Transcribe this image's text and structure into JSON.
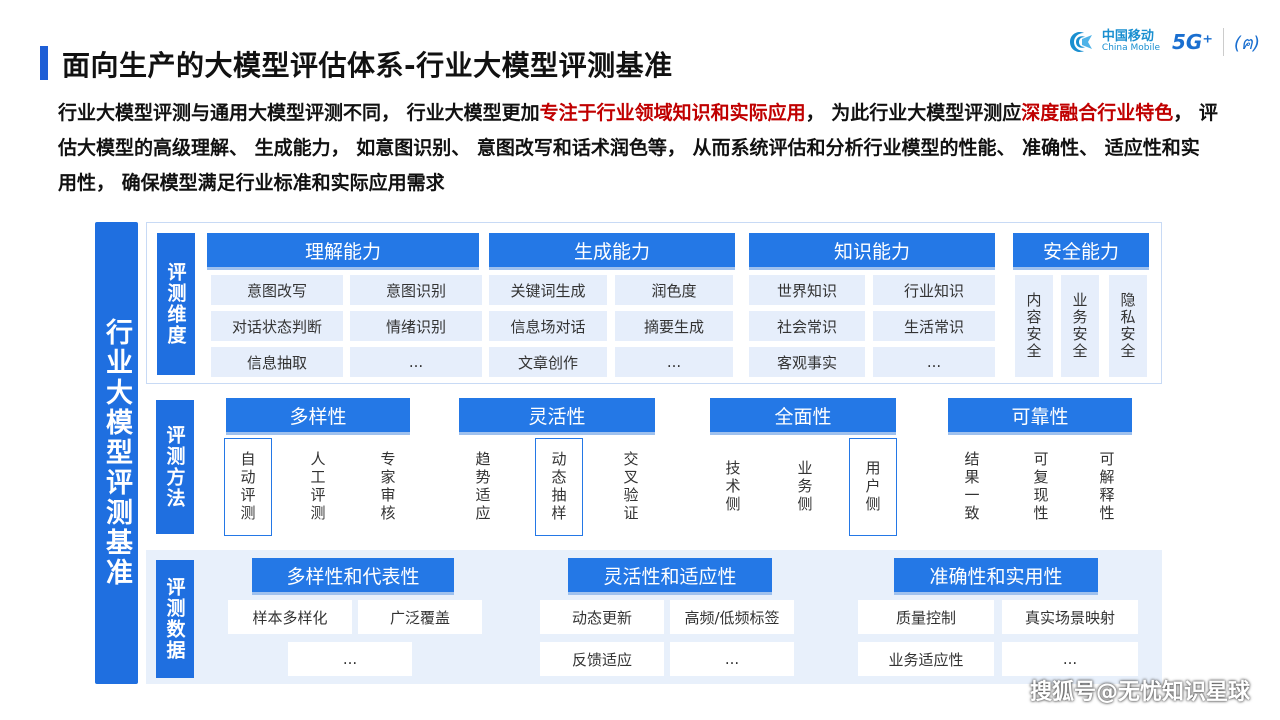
{
  "title": "面向生产的大模型评估体系-行业大模型评测基准",
  "logo": {
    "cn": "中国移动",
    "en": "China Mobile",
    "g5": "5G⁺",
    "sig": "(ฅ)"
  },
  "intro": {
    "p1": "行业大模型评测与通用大模型评测不同， 行业大模型更加",
    "h1": "专注于行业领域知识和实际应用",
    "p2": "， 为此行业大模型评测应",
    "h2": "深度融合行业特色",
    "p3": "， 评估大模型的高级理解、 生成能力， 如意图识别、 意图改写和话术润色等， 从而系统评估和分析行业模型的性能、 准确性、 适应性和实用性， 确保模型满足行业标准和实际应用需求"
  },
  "side_title": "行业大模型评测基准",
  "dimensions": {
    "label": "评测维度",
    "understanding": {
      "head": "理解能力",
      "items": [
        "意图改写",
        "意图识别",
        "对话状态判断",
        "情绪识别",
        "信息抽取",
        "..."
      ]
    },
    "generation": {
      "head": "生成能力",
      "items": [
        "关键词生成",
        "润色度",
        "信息场对话",
        "摘要生成",
        "文章创作",
        "..."
      ]
    },
    "knowledge": {
      "head": "知识能力",
      "items": [
        "世界知识",
        "行业知识",
        "社会常识",
        "生活常识",
        "客观事实",
        "..."
      ]
    },
    "safety": {
      "head": "安全能力",
      "items": [
        "内容安全",
        "业务安全",
        "隐私安全"
      ]
    }
  },
  "methods": {
    "label": "评测方法",
    "diversity": {
      "head": "多样性",
      "items": [
        "自动评测",
        "人工评测",
        "专家审核"
      ]
    },
    "flexibility": {
      "head": "灵活性",
      "items": [
        "趋势适应",
        "动态抽样",
        "交叉验证"
      ]
    },
    "comprehensive": {
      "head": "全面性",
      "items": [
        "技术侧",
        "业务侧",
        "用户侧"
      ]
    },
    "reliability": {
      "head": "可靠性",
      "items": [
        "结果一致",
        "可复现性",
        "可解释性"
      ]
    }
  },
  "data": {
    "label": "评测数据",
    "diversity": {
      "head": "多样性和代表性",
      "items": [
        "样本多样化",
        "广泛覆盖",
        "..."
      ]
    },
    "flexibility": {
      "head": "灵活性和适应性",
      "items": [
        "动态更新",
        "高频/低频标签",
        "反馈适应",
        "..."
      ]
    },
    "accuracy": {
      "head": "准确性和实用性",
      "items": [
        "质量控制",
        "真实场景映射",
        "业务适应性",
        "..."
      ]
    }
  },
  "watermark": "搜狐号@无忧知识星球",
  "colors": {
    "accent": "#2478e6",
    "highlight": "#c00000",
    "cell_bg": "#e6eefb"
  }
}
